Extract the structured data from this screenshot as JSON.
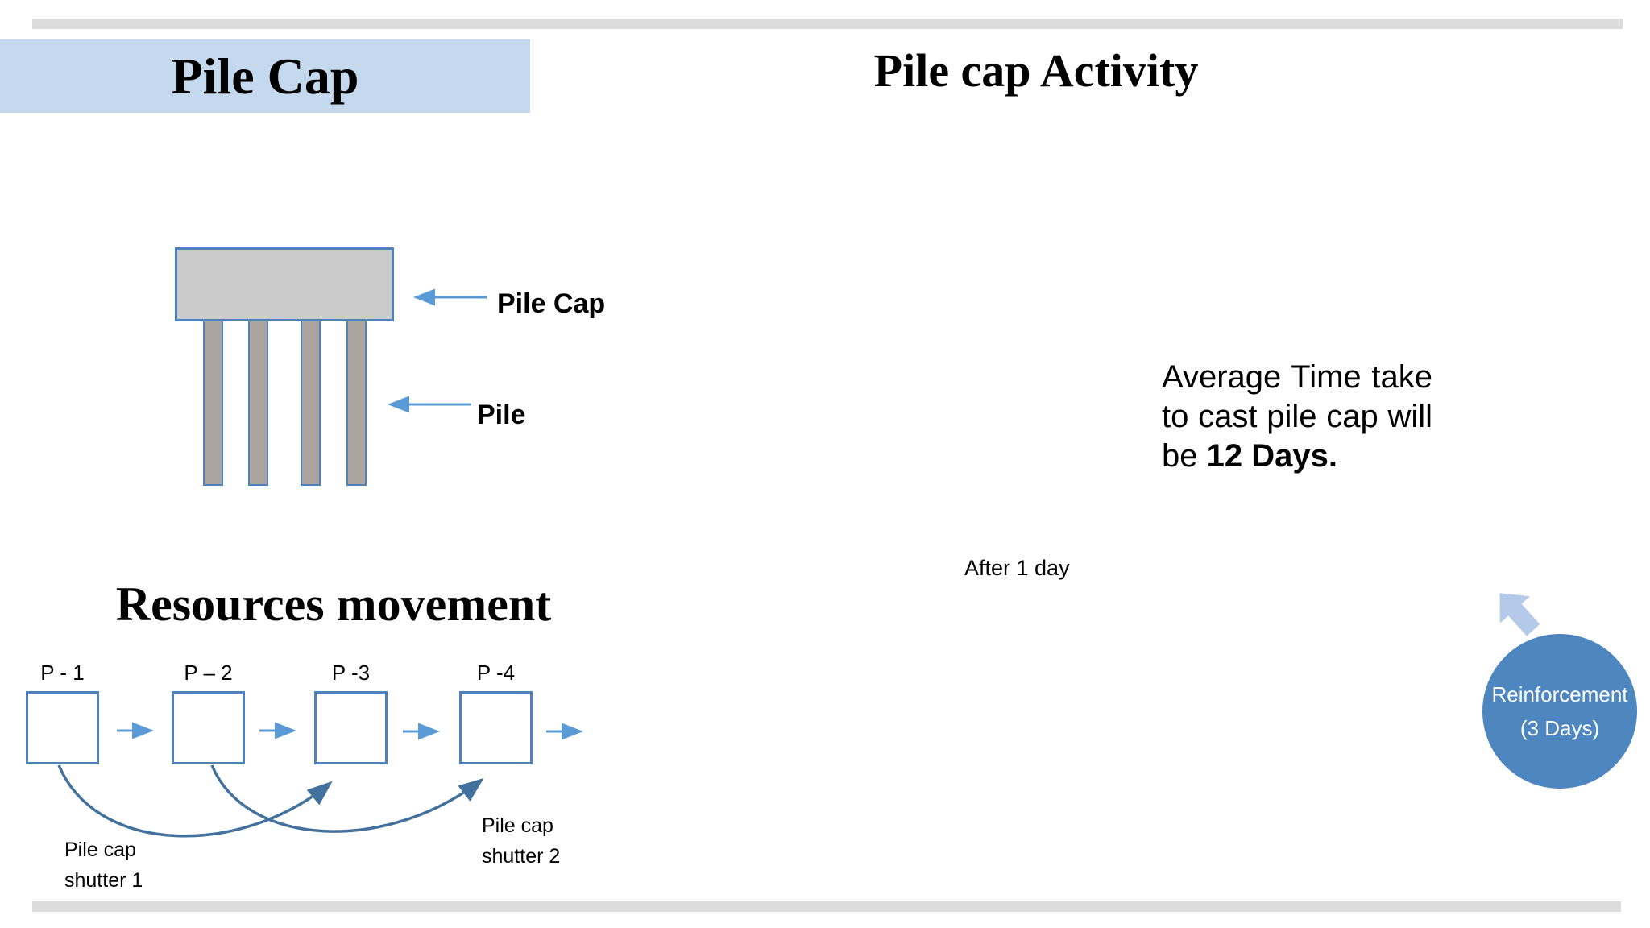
{
  "slide": {
    "title": "Pile Cap",
    "activity_title": "Pile cap Activity",
    "resources_title": "Resources movement"
  },
  "pile_diagram": {
    "cap_label": "Pile Cap",
    "pile_label": "Pile"
  },
  "average_time": {
    "text": "Average Time take to cast pile cap will be ",
    "bold": "12 Days."
  },
  "after_label": "After 1 day",
  "resources": {
    "piles": [
      {
        "label": "P - 1"
      },
      {
        "label": "P – 2"
      },
      {
        "label": "P -3"
      },
      {
        "label": "P -4"
      }
    ],
    "shutter1": {
      "line1": "Pile cap",
      "line2": "shutter 1"
    },
    "shutter2": {
      "line1": "Pile cap",
      "line2": "shutter 2"
    }
  },
  "reinforcement": {
    "line1": "Reinforcement",
    "line2": "(3 Days)"
  },
  "colors": {
    "accent_blue": "#4f81bd",
    "arrow_blue": "#5b9bd5",
    "curve_blue": "#41719c",
    "bar_gray": "#dcdcdc",
    "title_box_blue": "#c5d9ee",
    "cap_gray": "#cbcbcb",
    "pile_gray": "#aca59f",
    "circle_blue": "#4e86c0",
    "block_arrow_blue": "#b5c9e8"
  }
}
